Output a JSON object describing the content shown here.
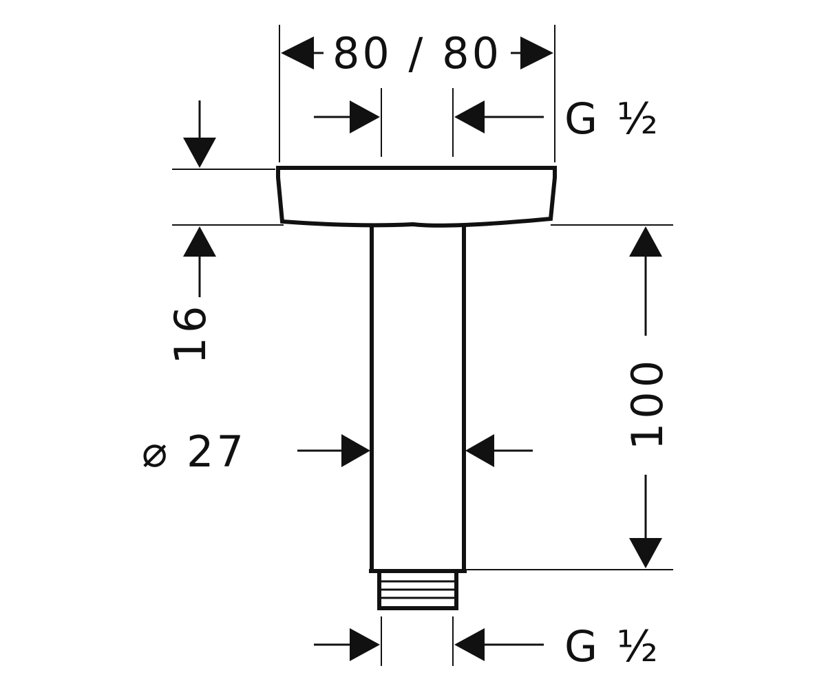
{
  "drawing": {
    "colors": {
      "line": "#111111",
      "background": "#ffffff"
    },
    "dimensions": {
      "top_width": "80 / 80",
      "top_thread": "G ½",
      "rose_height": "16",
      "pipe_length": "100",
      "pipe_diameter": "⌀ 27",
      "bottom_thread": "G ½"
    }
  }
}
